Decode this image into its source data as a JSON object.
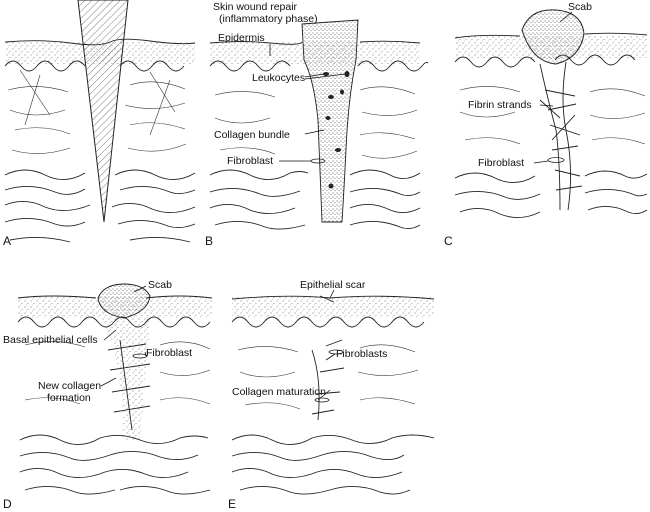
{
  "panels": {
    "a": {
      "letter": "A"
    },
    "b": {
      "letter": "B",
      "title_line1": "Skin wound repair",
      "title_line2": "(inflammatory phase)",
      "epidermis": "Epidermis",
      "leukocytes": "Leukocytes",
      "collagen_bundle": "Collagen bundle",
      "fibroblast": "Fibroblast"
    },
    "c": {
      "letter": "C",
      "scab": "Scab",
      "fibrin_strands": "Fibrin strands",
      "fibroblast": "Fibroblast"
    },
    "d": {
      "letter": "D",
      "scab": "Scab",
      "basal_epithelial_cells": "Basal epithelial cells",
      "fibroblast": "Fibroblast",
      "new_collagen_line1": "New collagen",
      "new_collagen_line2": "formation"
    },
    "e": {
      "letter": "E",
      "epithelial_scar": "Epithelial scar",
      "fibroblasts": "Fibroblasts",
      "collagen_maturation": "Collagen maturation"
    }
  }
}
